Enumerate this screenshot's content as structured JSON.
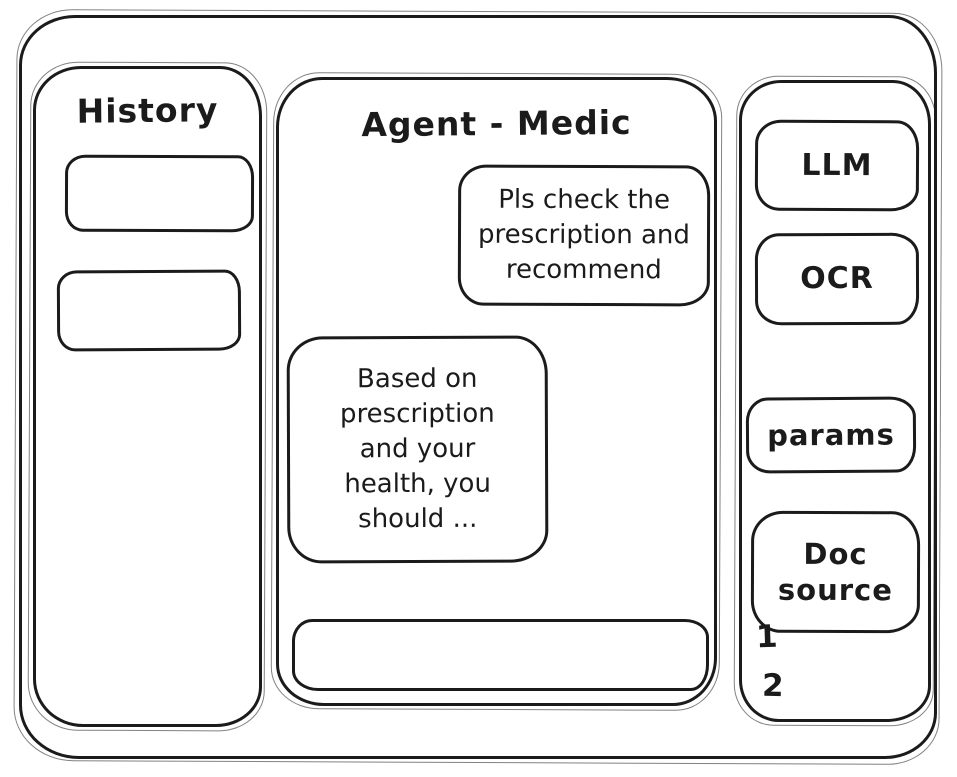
{
  "app": {
    "title": "Agent - Medic"
  },
  "colors": {
    "stroke": "#1b1b1b",
    "background": "#ffffff"
  },
  "sidebar_left": {
    "title": "History",
    "items": [
      {
        "label": ""
      },
      {
        "label": ""
      }
    ]
  },
  "chat": {
    "title": "Agent - Medic",
    "messages": [
      {
        "role": "user",
        "text": "Pls check the prescription and recommend"
      },
      {
        "role": "agent",
        "text": "Based on prescription and your health, you should ..."
      }
    ],
    "input": {
      "value": "",
      "placeholder": ""
    }
  },
  "sidebar_right": {
    "buttons": [
      {
        "id": "llm",
        "label": "LLM"
      },
      {
        "id": "ocr",
        "label": "OCR"
      },
      {
        "id": "params",
        "label": "params"
      },
      {
        "id": "doc-source",
        "label": "Doc source"
      }
    ],
    "doc_source_items": [
      "1",
      "2"
    ]
  }
}
